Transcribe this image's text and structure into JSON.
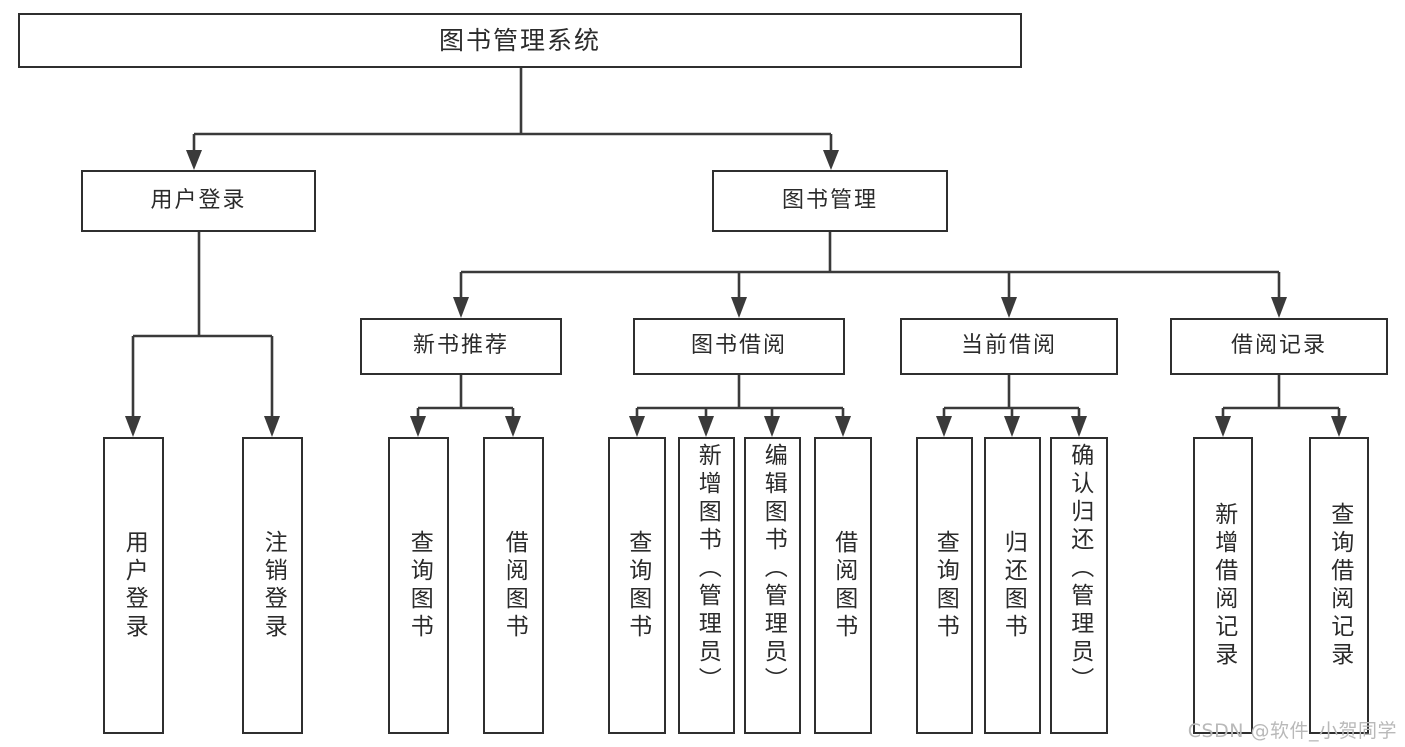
{
  "diagram": {
    "type": "tree-hierarchy",
    "title": "图书管理系统",
    "root": {
      "id": "root",
      "label": "图书管理系统"
    },
    "level2": [
      {
        "id": "user-login",
        "label": "用户登录"
      },
      {
        "id": "book-management",
        "label": "图书管理"
      }
    ],
    "level3": [
      {
        "id": "new-book-recommend",
        "label": "新书推荐",
        "parent": "book-management"
      },
      {
        "id": "book-borrow",
        "label": "图书借阅",
        "parent": "book-management"
      },
      {
        "id": "current-borrow",
        "label": "当前借阅",
        "parent": "book-management"
      },
      {
        "id": "borrow-record",
        "label": "借阅记录",
        "parent": "book-management"
      }
    ],
    "leaves": [
      {
        "id": "leaf-user-login",
        "label": "用户登录",
        "parent": "user-login"
      },
      {
        "id": "leaf-user-logout",
        "label": "注销登录",
        "parent": "user-login"
      },
      {
        "id": "leaf-query-book-rec",
        "label": "查询图书",
        "parent": "new-book-recommend"
      },
      {
        "id": "leaf-borrow-book-rec",
        "label": "借阅图书",
        "parent": "new-book-recommend"
      },
      {
        "id": "leaf-query-book-borrow",
        "label": "查询图书",
        "parent": "book-borrow"
      },
      {
        "id": "leaf-add-book-admin",
        "label": "新增图书（管理员）",
        "parent": "book-borrow"
      },
      {
        "id": "leaf-edit-book-admin",
        "label": "编辑图书（管理员）",
        "parent": "book-borrow"
      },
      {
        "id": "leaf-borrow-book",
        "label": "借阅图书",
        "parent": "book-borrow"
      },
      {
        "id": "leaf-query-book-current",
        "label": "查询图书",
        "parent": "current-borrow"
      },
      {
        "id": "leaf-return-book",
        "label": "归还图书",
        "parent": "current-borrow"
      },
      {
        "id": "leaf-confirm-return-admin",
        "label": "确认归还（管理员）",
        "parent": "current-borrow"
      },
      {
        "id": "leaf-add-borrow-record",
        "label": "新增借阅记录",
        "parent": "borrow-record"
      },
      {
        "id": "leaf-query-borrow-record",
        "label": "查询借阅记录",
        "parent": "borrow-record"
      }
    ]
  },
  "watermark": {
    "text": "CSDN @软件_小贺同学"
  },
  "colors": {
    "box_border": "#2f2f2f",
    "connector": "#3a3a3a",
    "text": "#2b2b2b",
    "background": "#ffffff",
    "watermark": "#b9b9b9"
  }
}
